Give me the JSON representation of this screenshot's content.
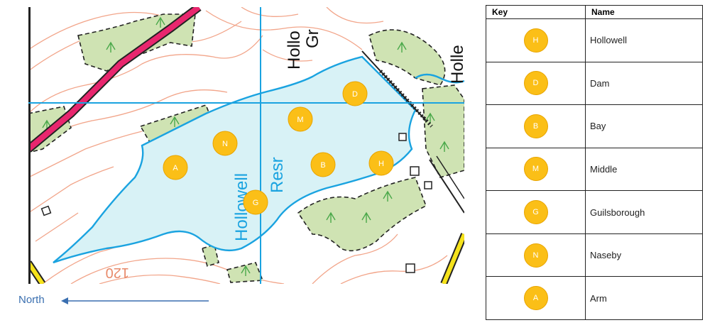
{
  "map": {
    "labels": {
      "hollowell_top": "Hollo",
      "gr": "Gr",
      "holl_right": "Holle",
      "hollowell_resr": "Hollowell",
      "resr": "Resr",
      "contour": "120"
    },
    "markers": [
      {
        "letter": "D",
        "name": "Dam"
      },
      {
        "letter": "M",
        "name": "Middle"
      },
      {
        "letter": "N",
        "name": "Naseby"
      },
      {
        "letter": "A",
        "name": "Arm"
      },
      {
        "letter": "B",
        "name": "Bay"
      },
      {
        "letter": "H",
        "name": "Hollowell"
      },
      {
        "letter": "G",
        "name": "Guilsborough"
      }
    ],
    "colors": {
      "water": "#d8f2f6",
      "water_edge": "#1aa3e0",
      "contour": "#f2a58a",
      "woodland": "#cfe3b3",
      "road_red": "#e8266e",
      "road_yellow": "#f5e21b",
      "marker": "#fbbf17"
    }
  },
  "north": {
    "label": "North",
    "arrow_color": "#3a6fb0"
  },
  "key_table": {
    "headers": {
      "key": "Key",
      "name": "Name"
    },
    "rows": [
      {
        "key": "H",
        "name": "Hollowell"
      },
      {
        "key": "D",
        "name": "Dam"
      },
      {
        "key": "B",
        "name": "Bay"
      },
      {
        "key": "M",
        "name": "Middle"
      },
      {
        "key": "G",
        "name": "Guilsborough"
      },
      {
        "key": "N",
        "name": "Naseby"
      },
      {
        "key": "A",
        "name": "Arm"
      }
    ]
  }
}
